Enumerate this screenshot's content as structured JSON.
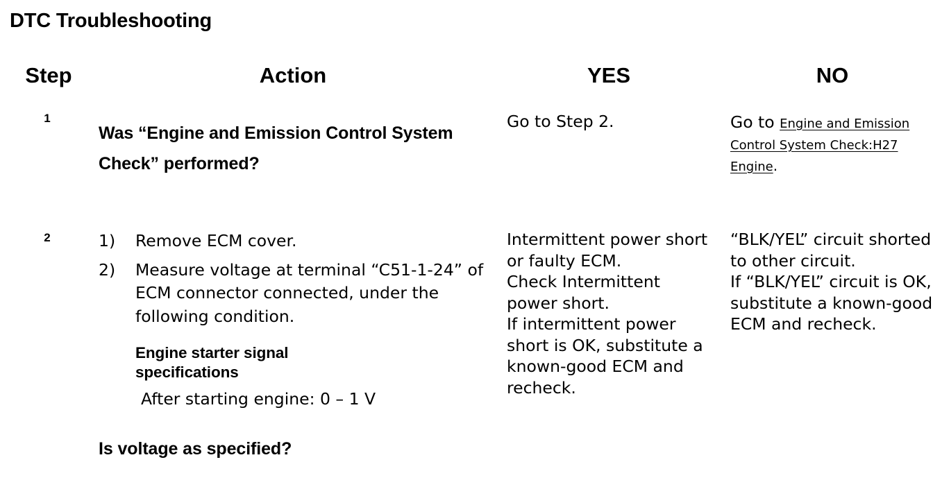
{
  "document": {
    "title": "DTC Troubleshooting"
  },
  "table": {
    "headers": {
      "step": "Step",
      "action": "Action",
      "yes": "YES",
      "no": "NO"
    },
    "rows": [
      {
        "number": "1",
        "action_text": "Was “Engine and Emission Control System Check” performed?",
        "yes_text": "Go to Step 2.",
        "no_lead": "Go to ",
        "no_link": "Engine and Emission Control System Check:H27 Engine",
        "no_tail": "."
      },
      {
        "number": "2",
        "list": [
          {
            "marker": "1)",
            "text": "Remove ECM cover."
          },
          {
            "marker": "2)",
            "text": "Measure voltage at terminal “C51-1-24” of ECM connector connected, under the following condition."
          }
        ],
        "spec_heading": "Engine starter signal specifications",
        "spec_value": "After starting engine: 0 – 1 V",
        "question": "Is voltage as specified?",
        "yes_text": "Intermittent power short or faulty ECM.\nCheck Intermittent power short.\nIf intermittent power short is OK, substitute a known-good ECM and recheck.",
        "no_text": "“BLK/YEL” circuit shorted to other circuit.\nIf “BLK/YEL” circuit is OK, substitute a known-good ECM and recheck."
      }
    ]
  },
  "colors": {
    "background": "#ffffff",
    "text": "#000000"
  }
}
